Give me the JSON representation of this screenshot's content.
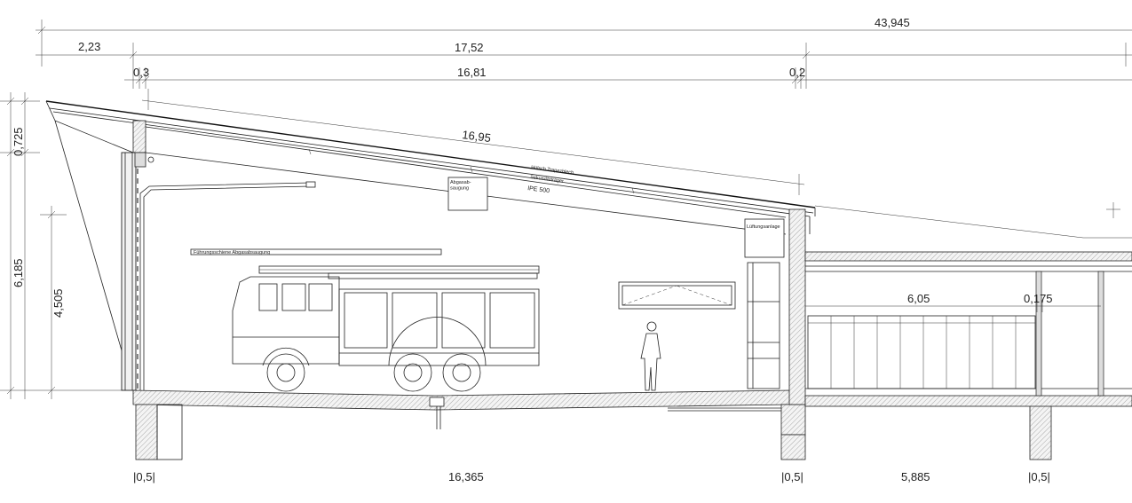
{
  "dimensions": {
    "overall_width": "43,945",
    "left_overhang": "2,23",
    "hall_width": "17,52",
    "wall_left": "0,3",
    "hall_inner": "16,81",
    "wall_right": "0,2",
    "roof_slope_length": "16,95",
    "roof_top_height": "0,725",
    "total_height": "6,185",
    "door_height": "4,505",
    "annex_room_width": "6,05",
    "annex_wall": "0,175",
    "foundation_left": "|0,5|",
    "floor_span": "16,365",
    "foundation_mid": "|0,5|",
    "annex_span": "5,885",
    "foundation_right": "|0,5|"
  },
  "labels": {
    "guide_rail": "Führungsschiene Abgasabsaugung",
    "exhaust_box": "Abgasab-\nsaugung",
    "ventilation": "Lüftungsanlage",
    "beam": "IPE 500",
    "roof_layer_1": "Hülsch Trapezblech",
    "roof_layer_2": "Sekundärträger"
  }
}
